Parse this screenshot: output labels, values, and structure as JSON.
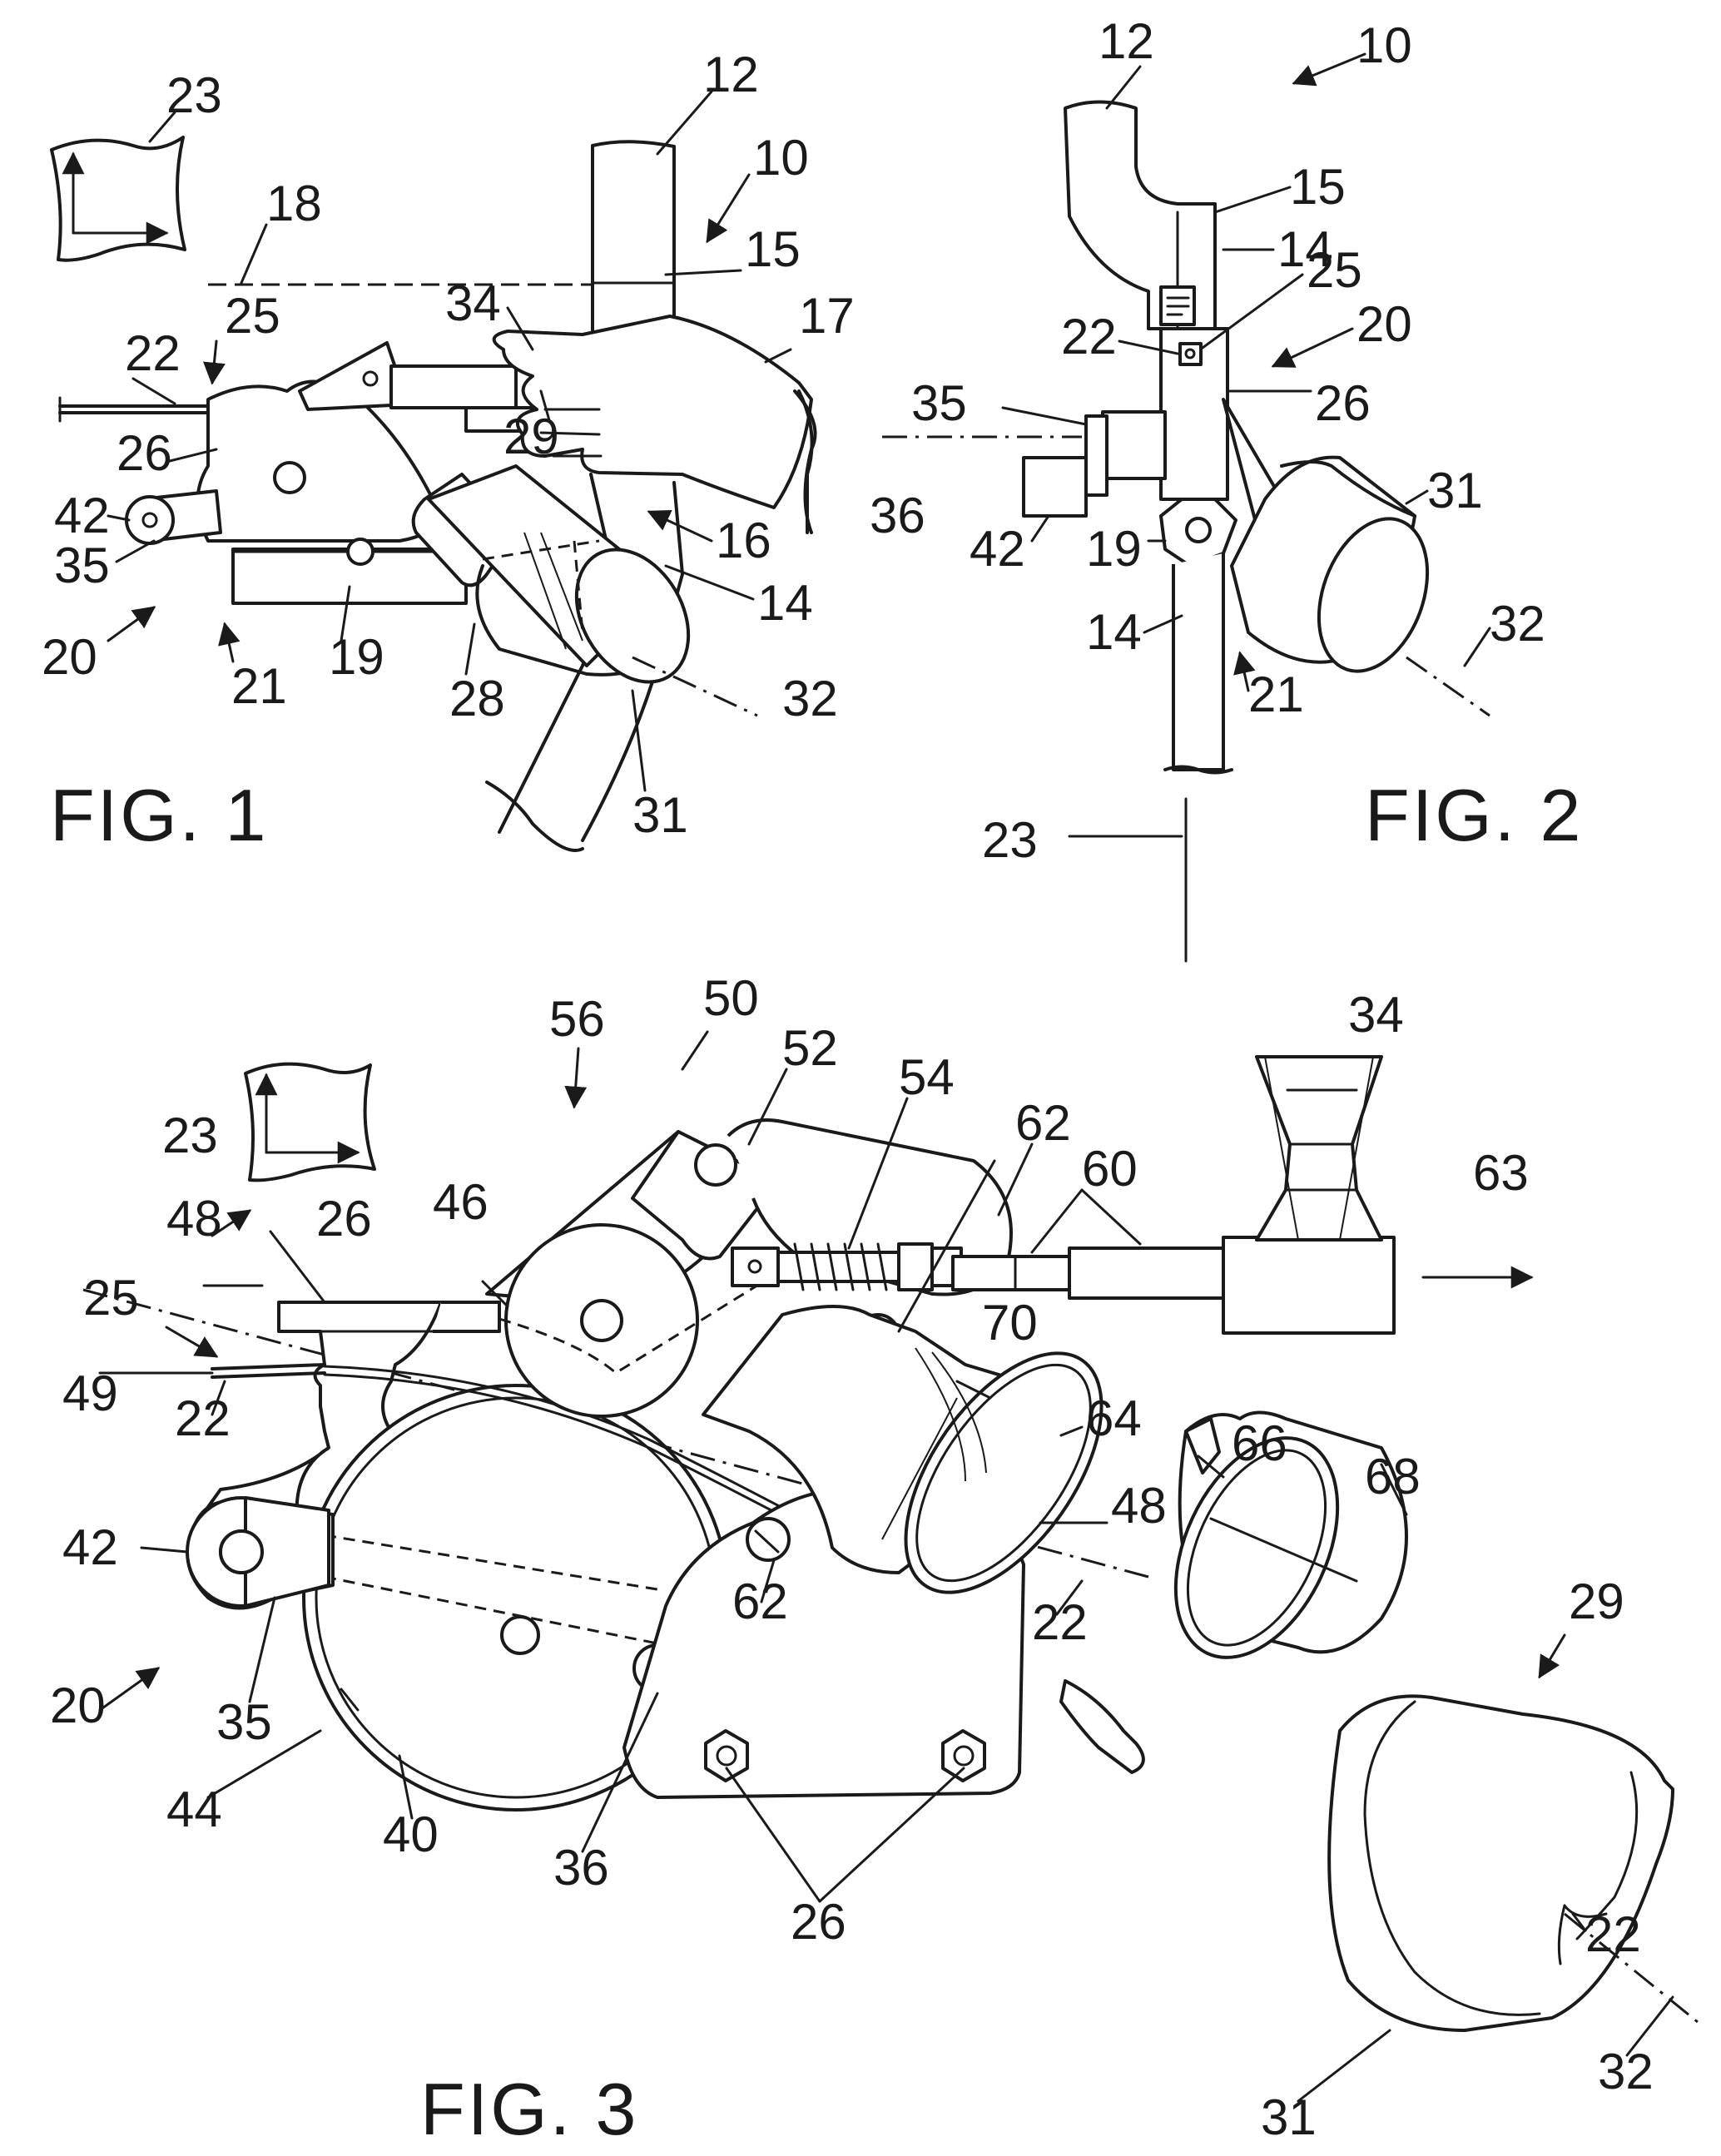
{
  "figures": {
    "fig1": "FIG. 1",
    "fig2": "FIG. 2",
    "fig3": "FIG. 3"
  },
  "fig1_refs": {
    "r23": "23",
    "r12": "12",
    "r10": "10",
    "r18": "18",
    "r15": "15",
    "r34": "34",
    "r17": "17",
    "r22": "22",
    "r25": "25",
    "r29": "29",
    "r26": "26",
    "r42": "42",
    "r35": "35",
    "r16": "16",
    "r14": "14",
    "r20": "20",
    "r21": "21",
    "r19": "19",
    "r28": "28",
    "r31": "31",
    "r32": "32"
  },
  "fig2_refs": {
    "r12": "12",
    "r10": "10",
    "r15": "15",
    "r14a": "14",
    "r25": "25",
    "r22": "22",
    "r20": "20",
    "r35": "35",
    "r26": "26",
    "r36": "36",
    "r31": "31",
    "r42": "42",
    "r19": "19",
    "r14b": "14",
    "r32": "32",
    "r21": "21",
    "r23": "23"
  },
  "fig3_refs": {
    "r56": "56",
    "r50": "50",
    "r52": "52",
    "r54": "54",
    "r34": "34",
    "r23": "23",
    "r62a": "62",
    "r60": "60",
    "r63": "63",
    "r48a": "48",
    "r26a": "26",
    "r46": "46",
    "r25": "25",
    "r70": "70",
    "r64": "64",
    "r49": "49",
    "r22a": "22",
    "r66": "66",
    "r68": "68",
    "r48b": "48",
    "r42": "42",
    "r29": "29",
    "r62b": "62",
    "r22b": "22",
    "r20": "20",
    "r35": "35",
    "r44": "44",
    "r40": "40",
    "r36": "36",
    "r26b": "26",
    "r22c": "22",
    "r31": "31",
    "r32": "32"
  }
}
